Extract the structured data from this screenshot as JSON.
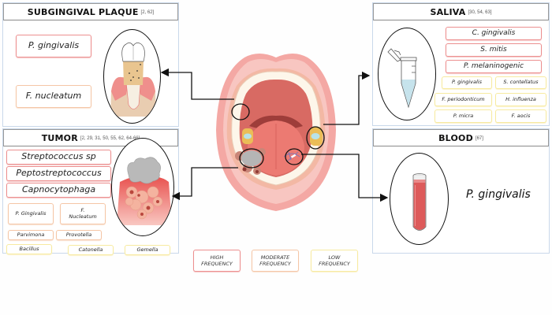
{
  "panels": {
    "subgingival_plaque": {
      "title": "SUBGINGIVAL PLAQUE",
      "refs": "[2, 62]",
      "illustration": "periodontal-tooth-icon",
      "bacteria": [
        {
          "name": "P.  gingivalis",
          "frequency": "high"
        },
        {
          "name": "F. nucleatum",
          "frequency": "moderate"
        }
      ]
    },
    "tumor": {
      "title": "TUMOR",
      "refs": "[2, 29, 31, 50, 55, 62, 64-66]",
      "illustration": "tumor-tissue-icon",
      "bacteria": [
        {
          "name": "Streptococcus sp",
          "frequency": "high"
        },
        {
          "name": "Peptostreptococcus",
          "frequency": "high"
        },
        {
          "name": "Capnocytophaga",
          "frequency": "high"
        },
        {
          "name": "P. Gingivalis",
          "frequency": "moderate"
        },
        {
          "name": "F. Nucleatum",
          "frequency": "moderate"
        },
        {
          "name": "Parvimona",
          "frequency": "moderate"
        },
        {
          "name": "Provotella",
          "frequency": "moderate"
        },
        {
          "name": "Bacillus",
          "frequency": "low"
        },
        {
          "name": "Catonella",
          "frequency": "low"
        },
        {
          "name": "Gemella",
          "frequency": "low"
        }
      ]
    },
    "saliva": {
      "title": "SALIVA",
      "refs": "[30, 54, 63]",
      "illustration": "saliva-tube-icon",
      "bacteria": [
        {
          "name": "C.  gingivalis",
          "frequency": "high"
        },
        {
          "name": "S. mitis",
          "frequency": "high"
        },
        {
          "name": "P. melaninogenic",
          "frequency": "high"
        },
        {
          "name": "P. gingivalis",
          "frequency": "low"
        },
        {
          "name": "S. contellatus",
          "frequency": "low"
        },
        {
          "name": "F. periodonticum",
          "frequency": "low"
        },
        {
          "name": "H. influenza",
          "frequency": "low"
        },
        {
          "name": "P. micra",
          "frequency": "low"
        },
        {
          "name": "F. aocis",
          "frequency": "low"
        }
      ]
    },
    "blood": {
      "title": "BLOOD",
      "refs": "[67]",
      "illustration": "blood-tube-icon",
      "bacteria": [
        {
          "name": "P.  gingivalis",
          "frequency": "none-coded"
        }
      ]
    }
  },
  "center_illustration": "open-mouth-icon",
  "legend": [
    {
      "line1": "HIGH",
      "line2": "FREQUENCY",
      "color": "#ec8f8f"
    },
    {
      "line1": "MODERATE",
      "line2": "FREQUENCY",
      "color": "#f5c6a6"
    },
    {
      "line1": "LOW",
      "line2": "FREQUENCY",
      "color": "#f7eaa0"
    }
  ]
}
